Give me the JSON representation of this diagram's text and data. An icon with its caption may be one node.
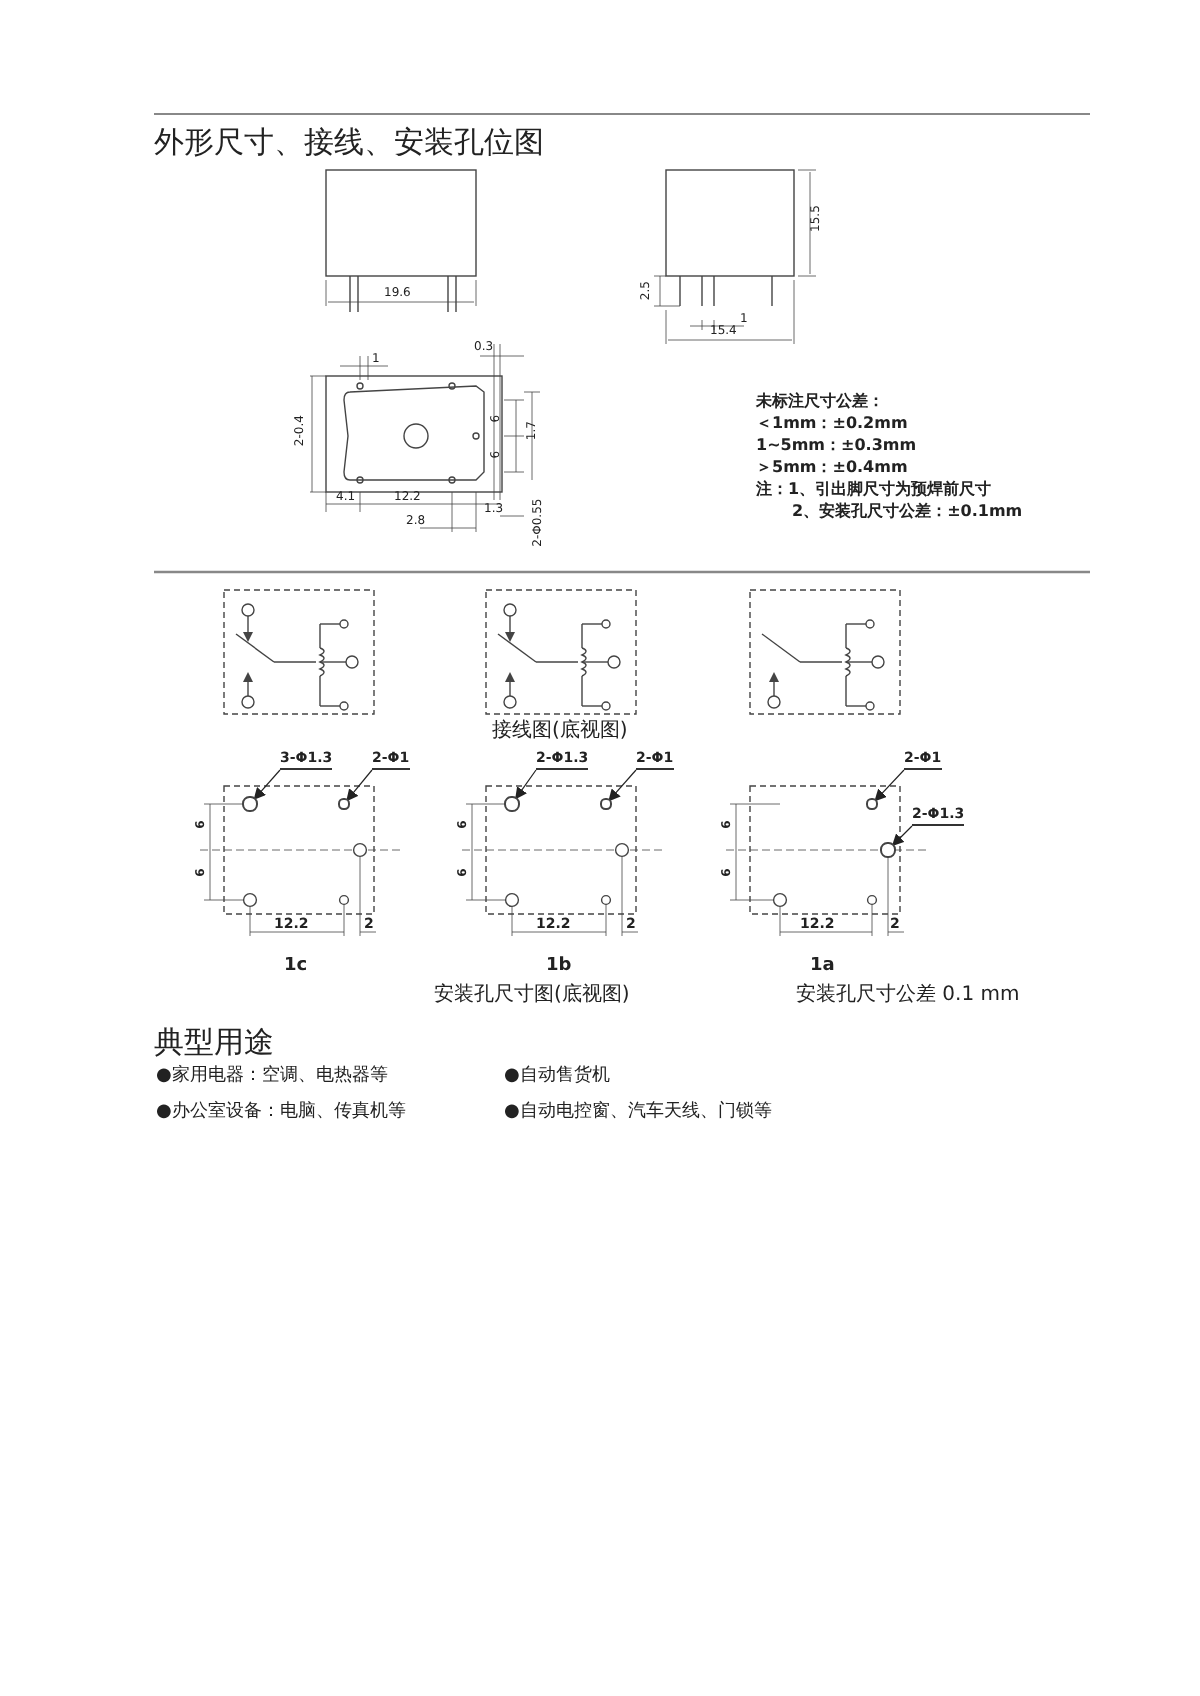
{
  "diagram": {
    "nodes": [
      {
        "text": [
          "3-Φ1.3"
        ]
      },
      {
        "text": [
          "2-Φ1"
        ]
      },
      {
        "text": [
          "2-Φ1.3"
        ]
      },
      {
        "text": [
          "2-Φ1"
        ]
      },
      {
        "text": [
          "2-Φ1"
        ]
      },
      {
        "text": [
          "2-Φ1.3"
        ]
      },
      {
        "text": [],
        "shape": "circle"
      },
      {
        "text": [],
        "shape": "circle"
      },
      {
        "text": [],
        "shape": "circle"
      },
      {
        "text": [],
        "shape": "circle"
      },
      {
        "text": [],
        "shape": "circle"
      },
      {
        "text": [],
        "shape": "circle"
      }
    ],
    "edges": [
      {
        "from": 0,
        "to": 6,
        "arrow": "to"
      },
      {
        "from": 1,
        "to": 7,
        "arrow": "to"
      },
      {
        "from": 2,
        "to": 8,
        "arrow": "to"
      },
      {
        "from": 3,
        "to": 9,
        "arrow": "to"
      },
      {
        "from": 4,
        "to": 10,
        "arrow": "to"
      },
      {
        "from": 5,
        "to": 11,
        "arrow": "to"
      }
    ],
    "labels": [
      "外形尺寸、接线、安装孔位图",
      "19.6",
      "15.5",
      "2.5",
      "1",
      "15.4",
      "1",
      "0.3",
      "2-0.4",
      "6",
      "1.7",
      "6",
      "4.1",
      "12.2",
      "1.3",
      "2.8",
      "2-Φ0.55",
      "未标注尺寸公差：",
      "＜1mm：±0.2mm",
      "1~5mm：±0.3mm",
      "＞5mm：±0.4mm",
      "注：1、引出脚尺寸为预焊前尺寸",
      "2、安装孔尺寸公差：±0.1mm",
      "接线图(底视图)",
      "6",
      "6",
      "12.2",
      "2",
      "1c",
      "6",
      "6",
      "12.2",
      "2",
      "1b",
      "6",
      "6",
      "12.2",
      "2",
      "1a",
      "安装孔尺寸图(底视图)",
      "安装孔尺寸公差 0.1 mm",
      "典型用途",
      "●家用电器：空调、电热器等",
      "●自动售货机",
      "●办公室设备：电脑、传真机等",
      "●自动电控窗、汽车天线、门锁等"
    ]
  }
}
